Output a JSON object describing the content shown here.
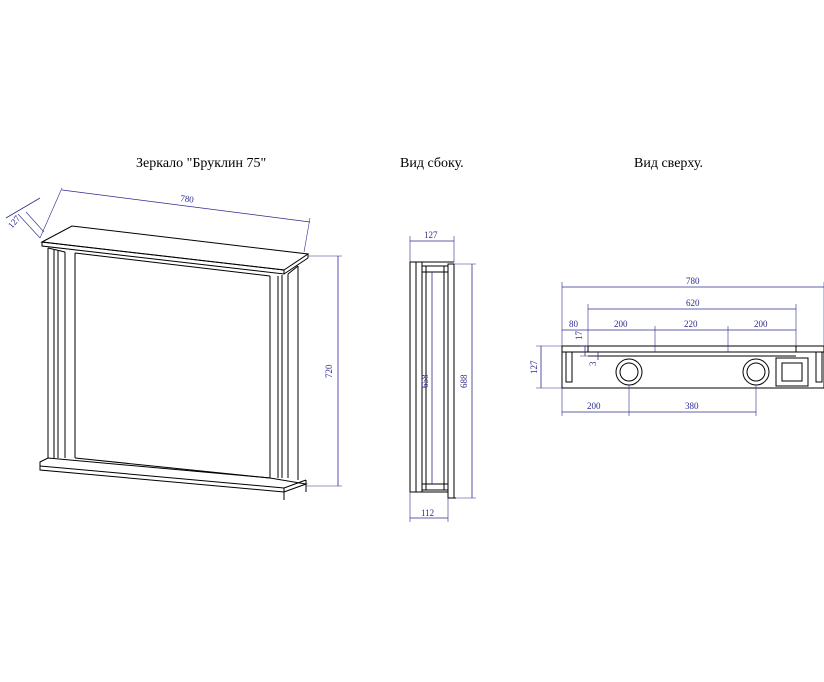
{
  "titles": {
    "front": "Зеркало \"Бруклин 75\"",
    "side": "Вид сбоку.",
    "top": "Вид сверху."
  },
  "front_dims": {
    "width": "780",
    "depth": "127",
    "height": "720"
  },
  "side_dims": {
    "top_depth": "127",
    "inner_height": "658",
    "outer_height": "688",
    "bottom_depth": "112"
  },
  "top_dims": {
    "total_width": "780",
    "inner_width": "620",
    "offset": "80",
    "seg_left": "200",
    "seg_mid": "220",
    "seg_right": "200",
    "small_a": "17",
    "small_b": "3",
    "depth": "127",
    "hole_offset": "200",
    "hole_spacing": "380"
  },
  "colors": {
    "line": "#000000",
    "dimension": "#2b2b8f"
  }
}
